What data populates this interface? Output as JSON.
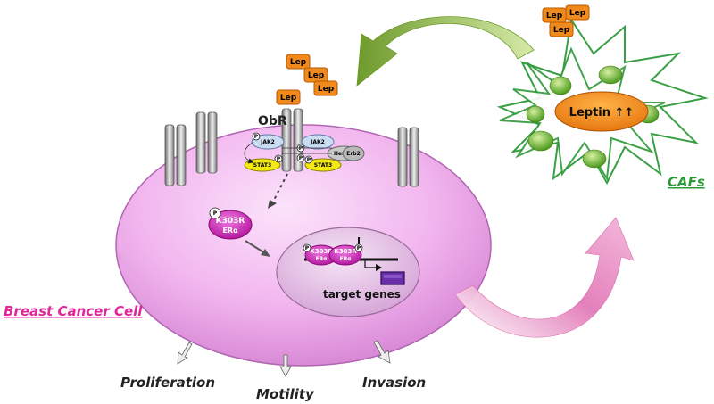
{
  "ligand": {
    "lep_1": "Lep",
    "lep_2": "Lep",
    "lep_3": "Lep",
    "lep_4": "Lep",
    "lep_5": "Lep",
    "lep_6": "Lep",
    "lep_7": "Lep"
  },
  "receptor": {
    "label": "ObR"
  },
  "signaling": {
    "jak2_left": "JAK2",
    "jak2_right": "JAK2",
    "stat3_left": "STAT3",
    "stat3_right": "STAT3",
    "erb2": "Erb2",
    "her2": "Her2",
    "phospho": "P"
  },
  "er": {
    "cyto_line1": "K303R",
    "cyto_line2": "ERα",
    "dimer_a_line1": "K303R",
    "dimer_a_line2": "ERα",
    "dimer_b_line1": "K303R",
    "dimer_b_line2": "ERα"
  },
  "nucleus": {
    "target_genes": "target genes"
  },
  "cell": {
    "label": "Breast Cancer Cell"
  },
  "caf": {
    "label": "CAFs",
    "leptin": "Leptin ↑↑"
  },
  "outcomes": {
    "proliferation": "Proliferation",
    "motility": "Motility",
    "invasion": "Invasion"
  },
  "colors": {
    "cell_fill": "#f2b6ef",
    "nucleus_fill": "#e8c6e8",
    "lep_orange": "#f08a1c",
    "er_magenta": "#d61fb8",
    "stat3_yellow": "#f2ea12",
    "caf_green": "#2f9a3a",
    "green_arrow": "#8fbf3e",
    "pink_arrow": "#e27ab8",
    "label_pink": "#e0279a"
  }
}
